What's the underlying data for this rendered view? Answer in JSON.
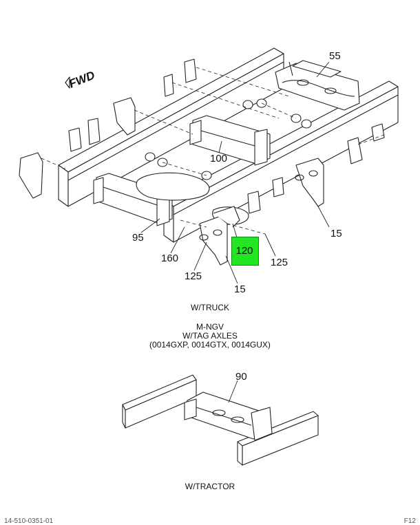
{
  "callouts": {
    "c55": "55",
    "c100": "100",
    "c95": "95",
    "c160": "160",
    "c125a": "125",
    "c125b": "125",
    "c15a": "15",
    "c15b": "15",
    "c120": "120",
    "c90": "90"
  },
  "fwd_label": "FWD",
  "captions": {
    "truck": "W/TRUCK",
    "variant_line1": "M-NGV",
    "variant_line2": "W/TAG AXLES",
    "variant_line3": "(0014GXP, 0014GTX, 0014GUX)",
    "tractor": "W/TRACTOR"
  },
  "footer": {
    "left": "14-510-0351-01",
    "right": "F12"
  },
  "colors": {
    "highlight": "#22e622",
    "line": "#222222"
  }
}
